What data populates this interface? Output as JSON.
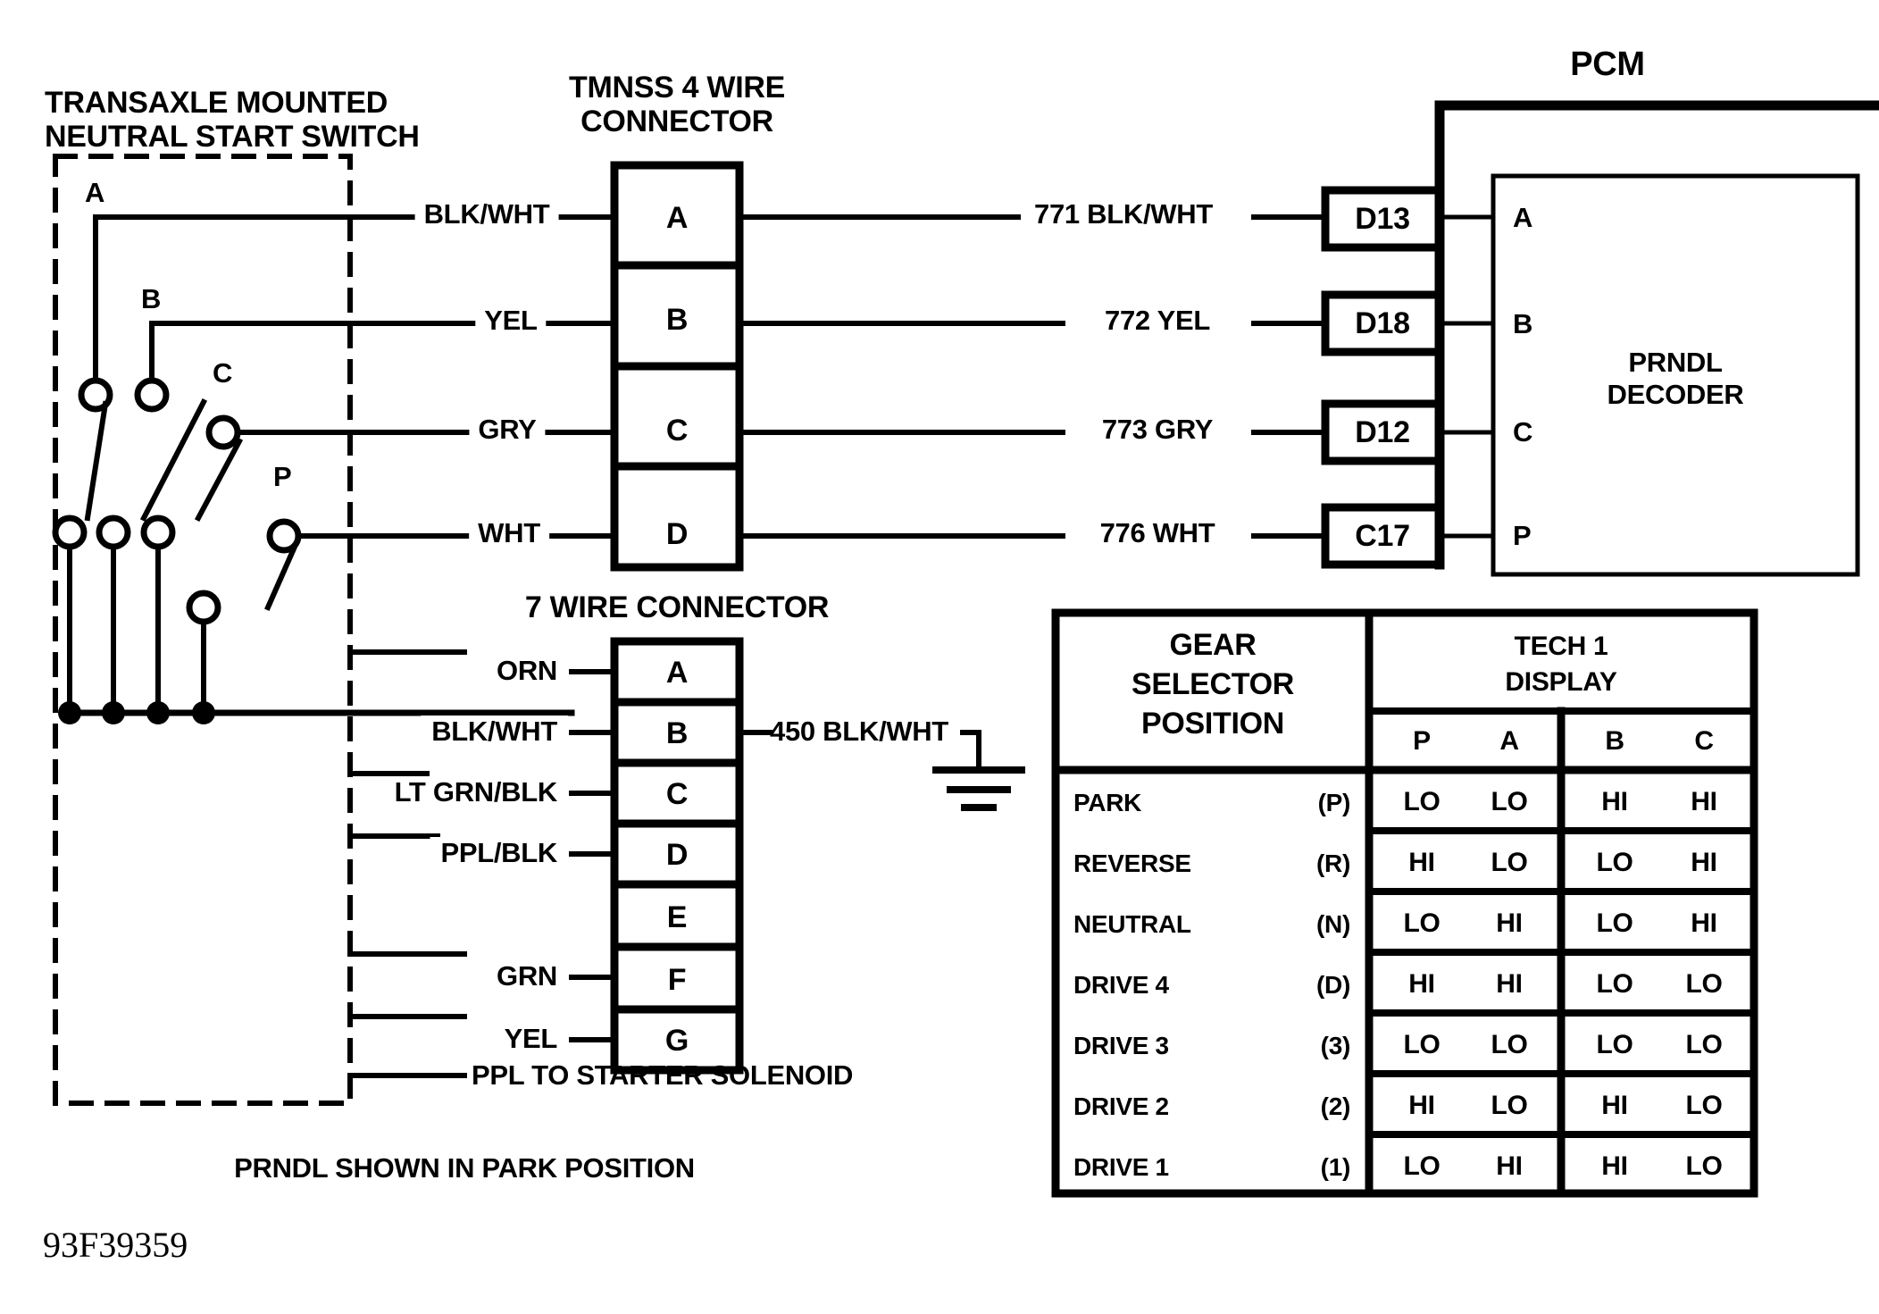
{
  "diagram": {
    "title_switch": "TRANSAXLE MOUNTED\nNEUTRAL START SWITCH",
    "title_switch_line1": "TRANSAXLE MOUNTED",
    "title_switch_line2": "NEUTRAL START SWITCH",
    "title_4wire_line1": "TMNSS 4 WIRE",
    "title_4wire_line2": "CONNECTOR",
    "title_7wire": "7 WIRE CONNECTOR",
    "title_pcm": "PCM",
    "pcm_block_line1": "PRNDL",
    "pcm_block_line2": "DECODER",
    "footer_note": "PRNDL SHOWN IN PARK POSITION",
    "starter_label": "PPL TO STARTER SOLENOID",
    "drawing_number": "93F39359"
  },
  "switch_contacts": [
    {
      "label": "A"
    },
    {
      "label": "B"
    },
    {
      "label": "C"
    },
    {
      "label": "P"
    }
  ],
  "connector_4wire": {
    "pins": [
      {
        "pin": "A",
        "wire_in": "BLK/WHT",
        "wire_out": "771 BLK/WHT",
        "terminal": "D13",
        "pcm_pin": "A"
      },
      {
        "pin": "B",
        "wire_in": "YEL",
        "wire_out": "772 YEL",
        "terminal": "D18",
        "pcm_pin": "B"
      },
      {
        "pin": "C",
        "wire_in": "GRY",
        "wire_out": "773 GRY",
        "terminal": "D12",
        "pcm_pin": "C"
      },
      {
        "pin": "D",
        "wire_in": "WHT",
        "wire_out": "776 WHT",
        "terminal": "C17",
        "pcm_pin": "P"
      }
    ]
  },
  "connector_7wire": {
    "pins": [
      {
        "pin": "A",
        "wire": "ORN",
        "wire_out": ""
      },
      {
        "pin": "B",
        "wire": "BLK/WHT",
        "wire_out": "450 BLK/WHT"
      },
      {
        "pin": "C",
        "wire": "LT GRN/BLK",
        "wire_out": ""
      },
      {
        "pin": "D",
        "wire": "PPL/BLK",
        "wire_out": ""
      },
      {
        "pin": "E",
        "wire": "",
        "wire_out": ""
      },
      {
        "pin": "F",
        "wire": "GRN",
        "wire_out": ""
      },
      {
        "pin": "G",
        "wire": "YEL",
        "wire_out": ""
      }
    ]
  },
  "table": {
    "header_col1_line1": "GEAR",
    "header_col1_line2": "SELECTOR",
    "header_col1_line3": "POSITION",
    "header_col2_line1": "TECH 1",
    "header_col2_line2": "DISPLAY",
    "sub_headers": [
      "P",
      "A",
      "B",
      "C"
    ],
    "rows": [
      {
        "name": "PARK",
        "code": "(P)",
        "values": [
          "LO",
          "LO",
          "HI",
          "HI"
        ]
      },
      {
        "name": "REVERSE",
        "code": "(R)",
        "values": [
          "HI",
          "LO",
          "LO",
          "HI"
        ]
      },
      {
        "name": "NEUTRAL",
        "code": "(N)",
        "values": [
          "LO",
          "HI",
          "LO",
          "HI"
        ]
      },
      {
        "name": "DRIVE 4",
        "code": "(D)",
        "values": [
          "HI",
          "HI",
          "LO",
          "LO"
        ]
      },
      {
        "name": "DRIVE 3",
        "code": "(3)",
        "values": [
          "LO",
          "LO",
          "LO",
          "LO"
        ]
      },
      {
        "name": "DRIVE 2",
        "code": "(2)",
        "values": [
          "HI",
          "LO",
          "HI",
          "LO"
        ]
      },
      {
        "name": "DRIVE 1",
        "code": "(1)",
        "values": [
          "LO",
          "HI",
          "HI",
          "LO"
        ]
      }
    ]
  },
  "colors": {
    "ink": "#000000",
    "paper": "#ffffff"
  }
}
